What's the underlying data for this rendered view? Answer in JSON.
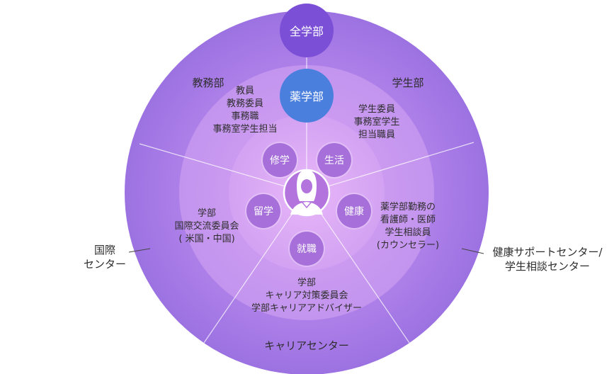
{
  "hub_top": {
    "label": "全学部",
    "color": "#7b4fd6"
  },
  "hub_mid": {
    "label": "薬学部",
    "color": "#4a7fde"
  },
  "sectors": {
    "kyomu": {
      "title": "教務部",
      "members": "教員\n教務委員\n事務職\n事務室学生担当"
    },
    "gakusei": {
      "title": "学生部",
      "members": "学生委員\n事務室学生\n担当職員"
    },
    "kokusai_inner": {
      "members": "学部\n国際交流委員会\n( 米国・中国)"
    },
    "kenko_inner": {
      "members": "薬学部勤務の\n看護師・医師\n学生相談員\n(カウンセラー)"
    },
    "career_inner": {
      "members": "学部\nキャリア対策委員会\n学部キャリアアドバイザー"
    }
  },
  "outer_labels": {
    "kokusai": "国際\nセンター",
    "kenko": "健康サポートセンター/\n学生相談センター",
    "career": "キャリアセンター"
  },
  "topics": [
    {
      "key": "shugaku",
      "label": "修学"
    },
    {
      "key": "seikatsu",
      "label": "生活"
    },
    {
      "key": "kenko",
      "label": "健康"
    },
    {
      "key": "shushoku",
      "label": "就職"
    },
    {
      "key": "ryugaku",
      "label": "留学"
    }
  ],
  "colors": {
    "outer_ring": "#a57ae6",
    "mid_ring": "#c79af0",
    "inner_ring": "#d8a6f3",
    "core": "#e4b8f7",
    "topic_bubble": "#a66fd9",
    "divider": "#ffffff"
  },
  "center_icon": "student-silhouette-icon"
}
